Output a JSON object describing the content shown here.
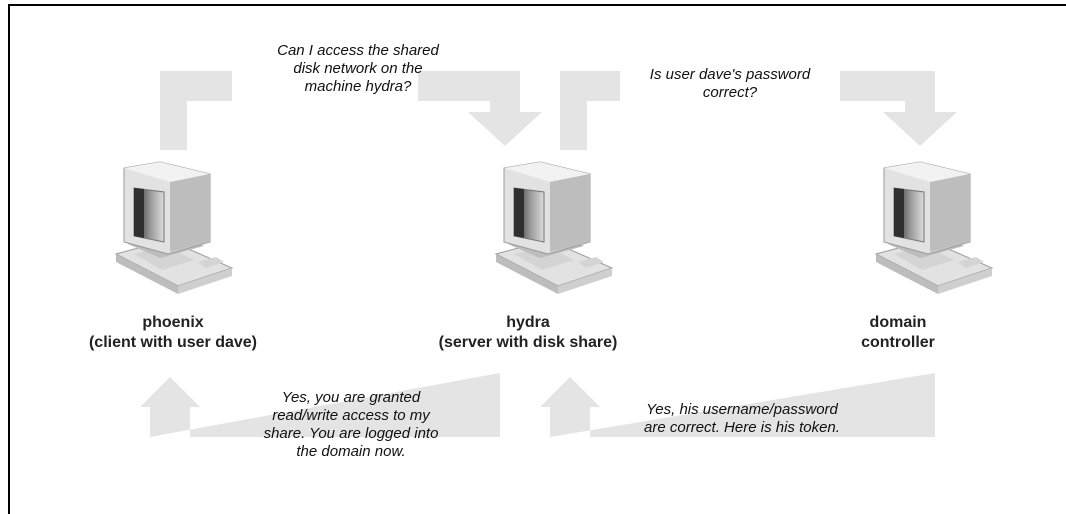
{
  "nodes": [
    {
      "id": "phoenix",
      "label": "phoenix\n(client with user dave)"
    },
    {
      "id": "hydra",
      "label": "hydra\n(server with disk share)"
    },
    {
      "id": "domain-controller",
      "label": "domain\ncontroller"
    }
  ],
  "messages": {
    "access_request": "Can I access the shared\ndisk network on the\nmachine hydra?",
    "password_check": "Is user dave's password\ncorrect?",
    "access_granted": "Yes, you are granted\nread/write access to my\nshare. You are logged into\nthe domain now.",
    "token_reply": "Yes, his username/password\nare correct. Here is his token."
  },
  "colors": {
    "arrow": "#e4e4e4",
    "computer_body": "#e2e2e2",
    "computer_shadow": "#bdbdbd",
    "screen_dark": "#2f2f2f",
    "screen_light": "#d8d8d8",
    "frame": "#000000"
  }
}
